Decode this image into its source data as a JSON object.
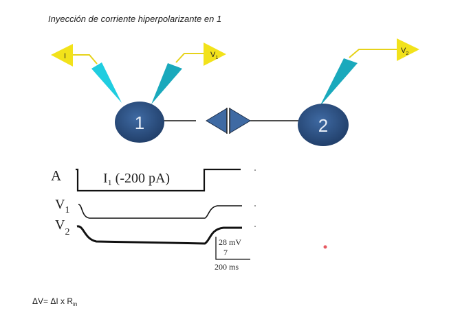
{
  "title": "Inyección de corriente hiperpolarizante en 1",
  "neurons": [
    {
      "label": "1"
    },
    {
      "label": "2"
    }
  ],
  "electrodes": {
    "current": "I",
    "v1": "V",
    "v1_sub": "1",
    "v2": "V",
    "v2_sub": "2"
  },
  "traces": {
    "panel_label": "A",
    "current_label": "I",
    "current_sub": "1",
    "current_value": " (-200 pA)",
    "v1_label": "V",
    "v1_sub": "1",
    "v2_label": "V",
    "v2_sub": "2"
  },
  "scale_bar": {
    "voltage": "28 mV",
    "voltage2": "7",
    "time": "200 ms"
  },
  "formula": {
    "main": "ΔV= ΔI x R",
    "sub": "in"
  },
  "colors": {
    "neuron": "#2e5182",
    "pipette": "#1fb8c9",
    "amp": "#f2e21a",
    "marker": "#e0303a"
  }
}
